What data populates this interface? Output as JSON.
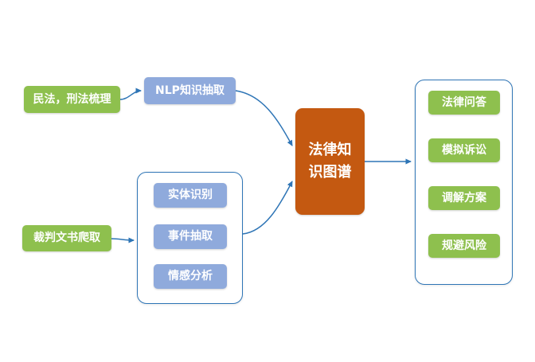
{
  "diagram": {
    "nodes": {
      "source_top": "民法，刑法梳理",
      "nlp": "NLP知识抽取",
      "source_bottom": "裁判文书爬取",
      "center": "法律知识图谱",
      "extract_group": [
        "实体识别",
        "事件抽取",
        "情感分析"
      ],
      "output_group": [
        "法律问答",
        "模拟诉讼",
        "调解方案",
        "规避风险"
      ]
    },
    "colors": {
      "green": "#8EC04E",
      "blue": "#8FAADC",
      "orange": "#C45911",
      "line": "#2E75B6"
    }
  }
}
